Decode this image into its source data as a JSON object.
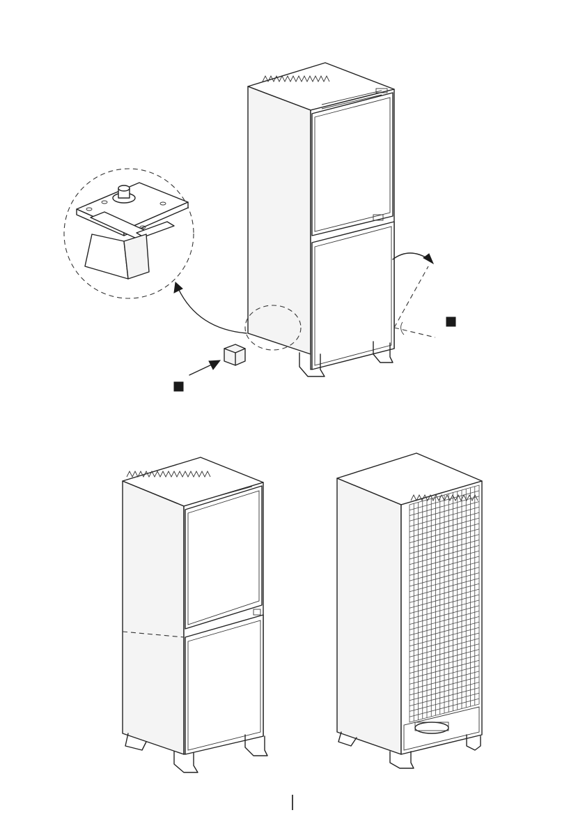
{
  "figure": {
    "parts": {
      "installed_unit": "refrigerator-front-view-top",
      "detail": "front-foot-detail-magnified",
      "foot_block": "foot-block",
      "unit_front": "refrigerator-front-view-bottom",
      "unit_rear": "refrigerator-rear-view-condenser"
    },
    "markers": [
      "step-marker-1",
      "step-marker-2"
    ],
    "colors": {
      "line": "#222222",
      "marker": "#1a1a1a",
      "background": "#ffffff"
    }
  }
}
